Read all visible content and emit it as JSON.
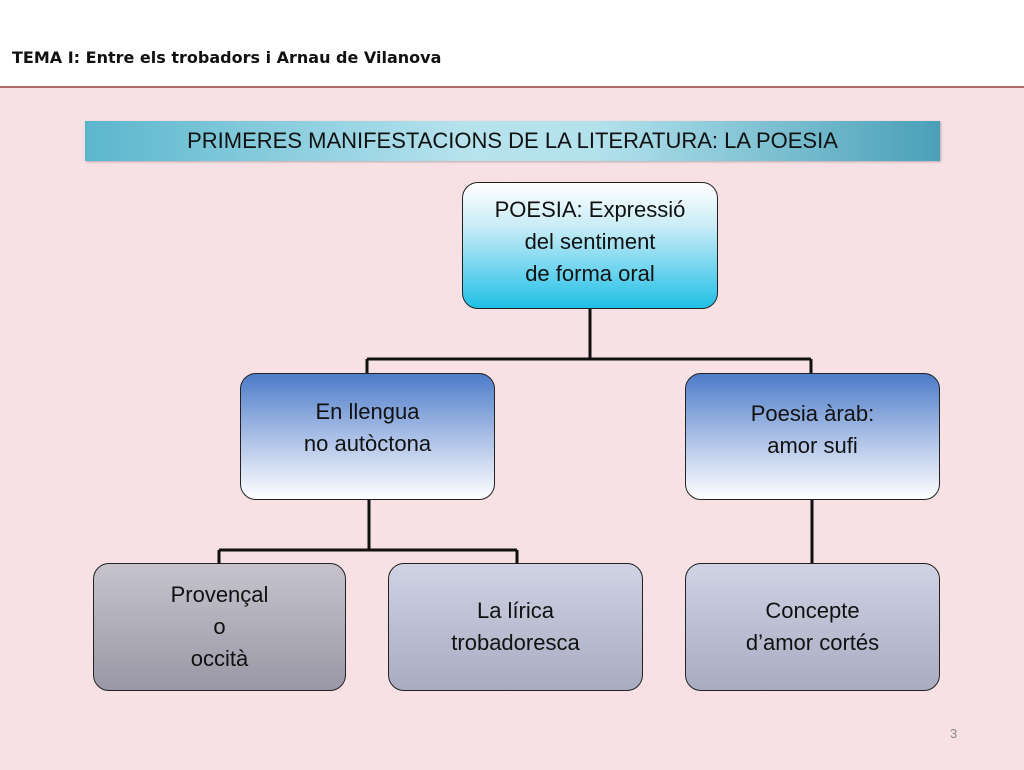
{
  "header": {
    "title": "TEMA I:  Entre els trobadors i Arnau de Vilanova"
  },
  "banner": {
    "text": "PRIMERES MANIFESTACIONS DE LA LITERATURA: LA POESIA"
  },
  "diagram": {
    "root": "POESIA: Expressió\ndel sentiment\nde forma oral",
    "level1": [
      "En llengua\nno autòctona",
      "Poesia àrab:\namor sufi"
    ],
    "level2": [
      "Provençal\no\noccità",
      "La lírica\ntrobadoresca",
      "Concepte\nd’amor cortés"
    ]
  },
  "footer": {
    "page_number": "3"
  },
  "colors": {
    "panel_background": "#f7e1e4",
    "panel_border": "#b46a6a",
    "banner_accent": "#5bb6cd",
    "root_accent": "#1fc0e6",
    "level1_accent": "#4d7cc9",
    "level2_accent": "#a9abc1"
  }
}
